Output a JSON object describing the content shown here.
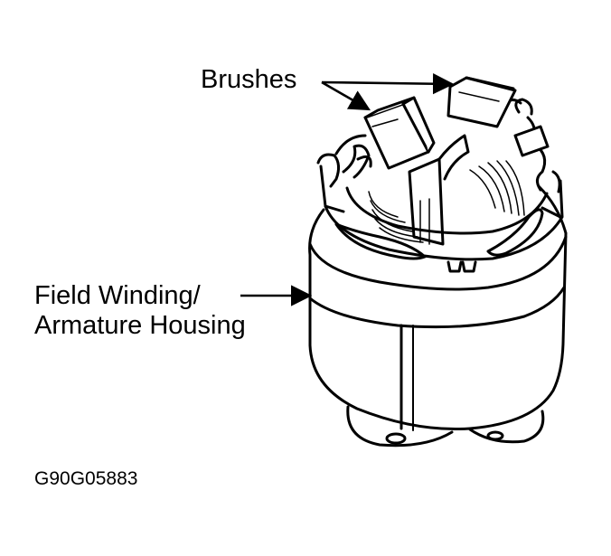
{
  "labels": {
    "brushes": "Brushes",
    "field_line1": "Field Winding/",
    "field_line2": "Armature Housing",
    "figure_code": "G90G05883"
  },
  "colors": {
    "line": "#000000",
    "background": "#ffffff"
  }
}
